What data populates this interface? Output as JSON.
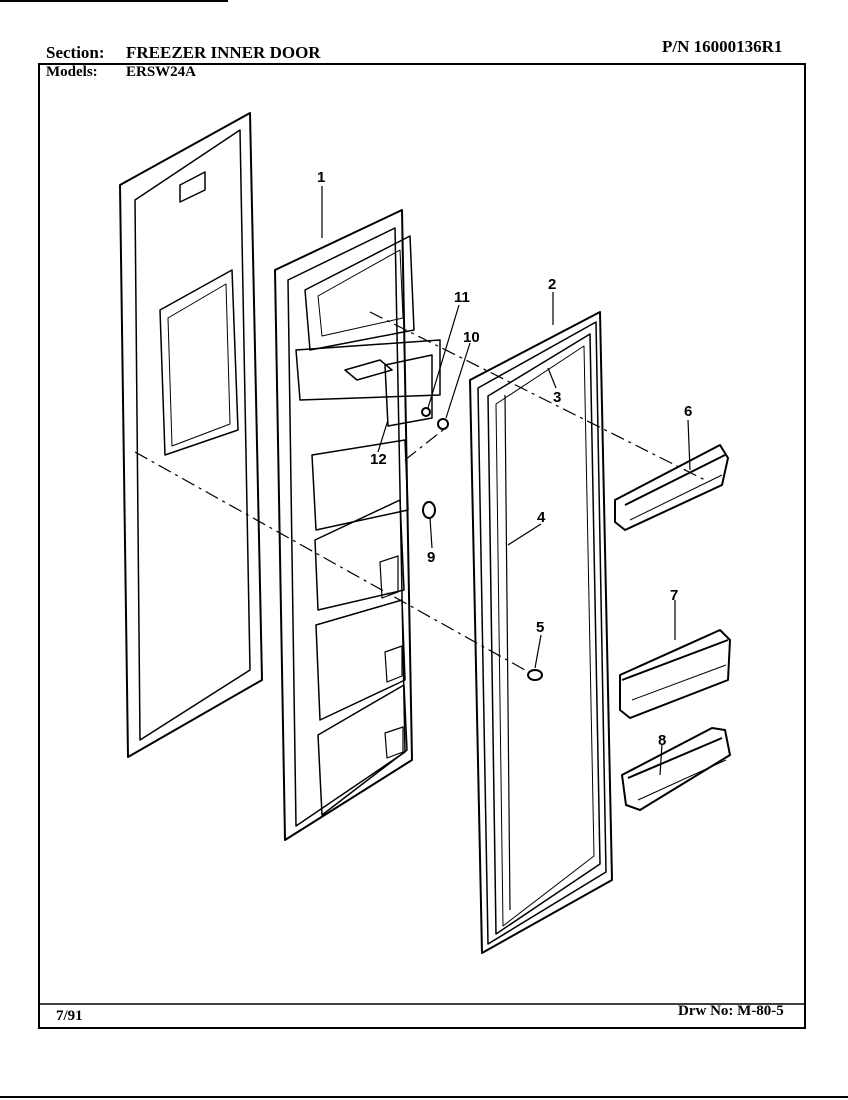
{
  "header": {
    "section_label": "Section:",
    "section_value": "FREEZER INNER DOOR",
    "part_number": "P/N 16000136R1",
    "models_label": "Models:",
    "models_value": "ERSW24A"
  },
  "footer": {
    "date": "7/91",
    "drawing_number": "Drw No: M-80-5"
  },
  "callouts": [
    "1",
    "2",
    "3",
    "4",
    "5",
    "6",
    "7",
    "8",
    "9",
    "10",
    "11",
    "12"
  ]
}
